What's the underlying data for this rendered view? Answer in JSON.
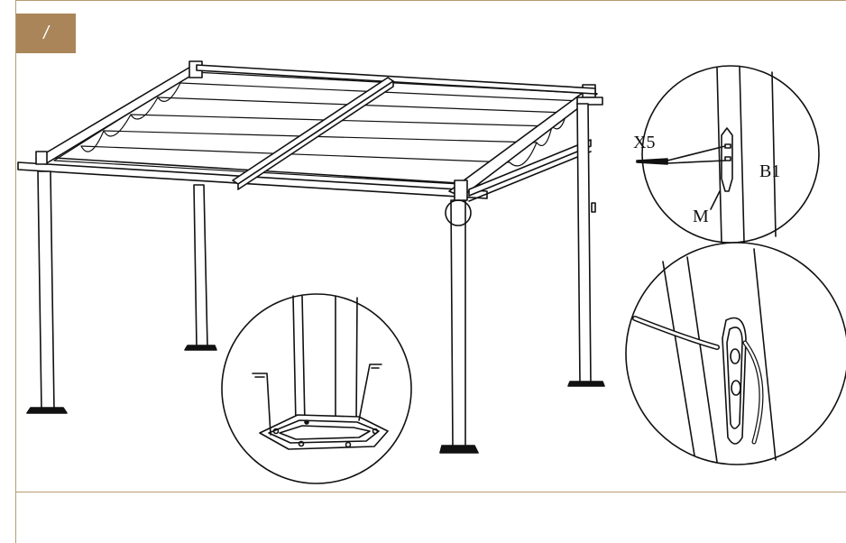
{
  "step": {
    "number": "/"
  },
  "detail_top": {
    "count_label": "X5",
    "part_label": "B1",
    "hardware_label": "M"
  }
}
